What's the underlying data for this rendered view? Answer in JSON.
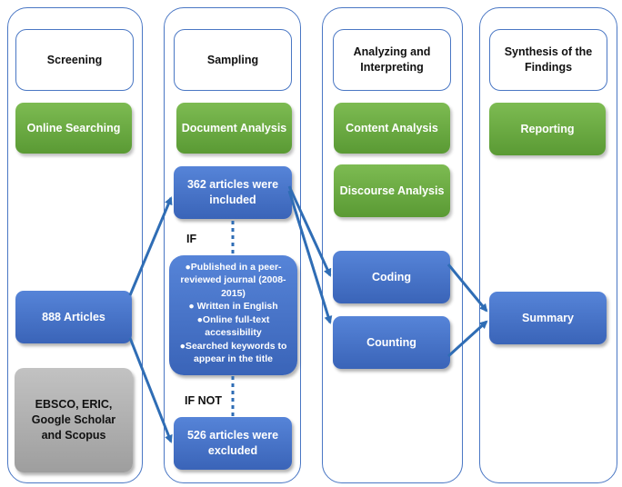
{
  "columns": {
    "screening": {
      "header": "Screening",
      "search_box": "Online Searching",
      "articles_box": "888 Articles",
      "databases_box": "EBSCO, ERIC, Google Scholar and Scopus"
    },
    "sampling": {
      "header": "Sampling",
      "method_box": "Document Analysis",
      "included_box": "362 articles were included",
      "if_label": "IF",
      "criteria": [
        "●Published in a  peer-reviewed journal (2008-2015)",
        "● Written in English",
        "●Online full-text accessibility",
        "●Searched keywords to appear in the title"
      ],
      "if_not_label": "IF NOT",
      "excluded_box": "526 articles were excluded"
    },
    "analyzing": {
      "header": "Analyzing and Interpreting",
      "content_box": "Content Analysis",
      "discourse_box": "Discourse Analysis",
      "coding_box": "Coding",
      "counting_box": "Counting"
    },
    "synthesis": {
      "header": "Synthesis of the Findings",
      "reporting_box": "Reporting",
      "summary_box": "Summary"
    }
  },
  "colors": {
    "column_border": "#4a77c4",
    "green": "#6aab42",
    "blue": "#4471c6",
    "gray": "#b0b0b0",
    "arrow": "#2f6db5"
  }
}
